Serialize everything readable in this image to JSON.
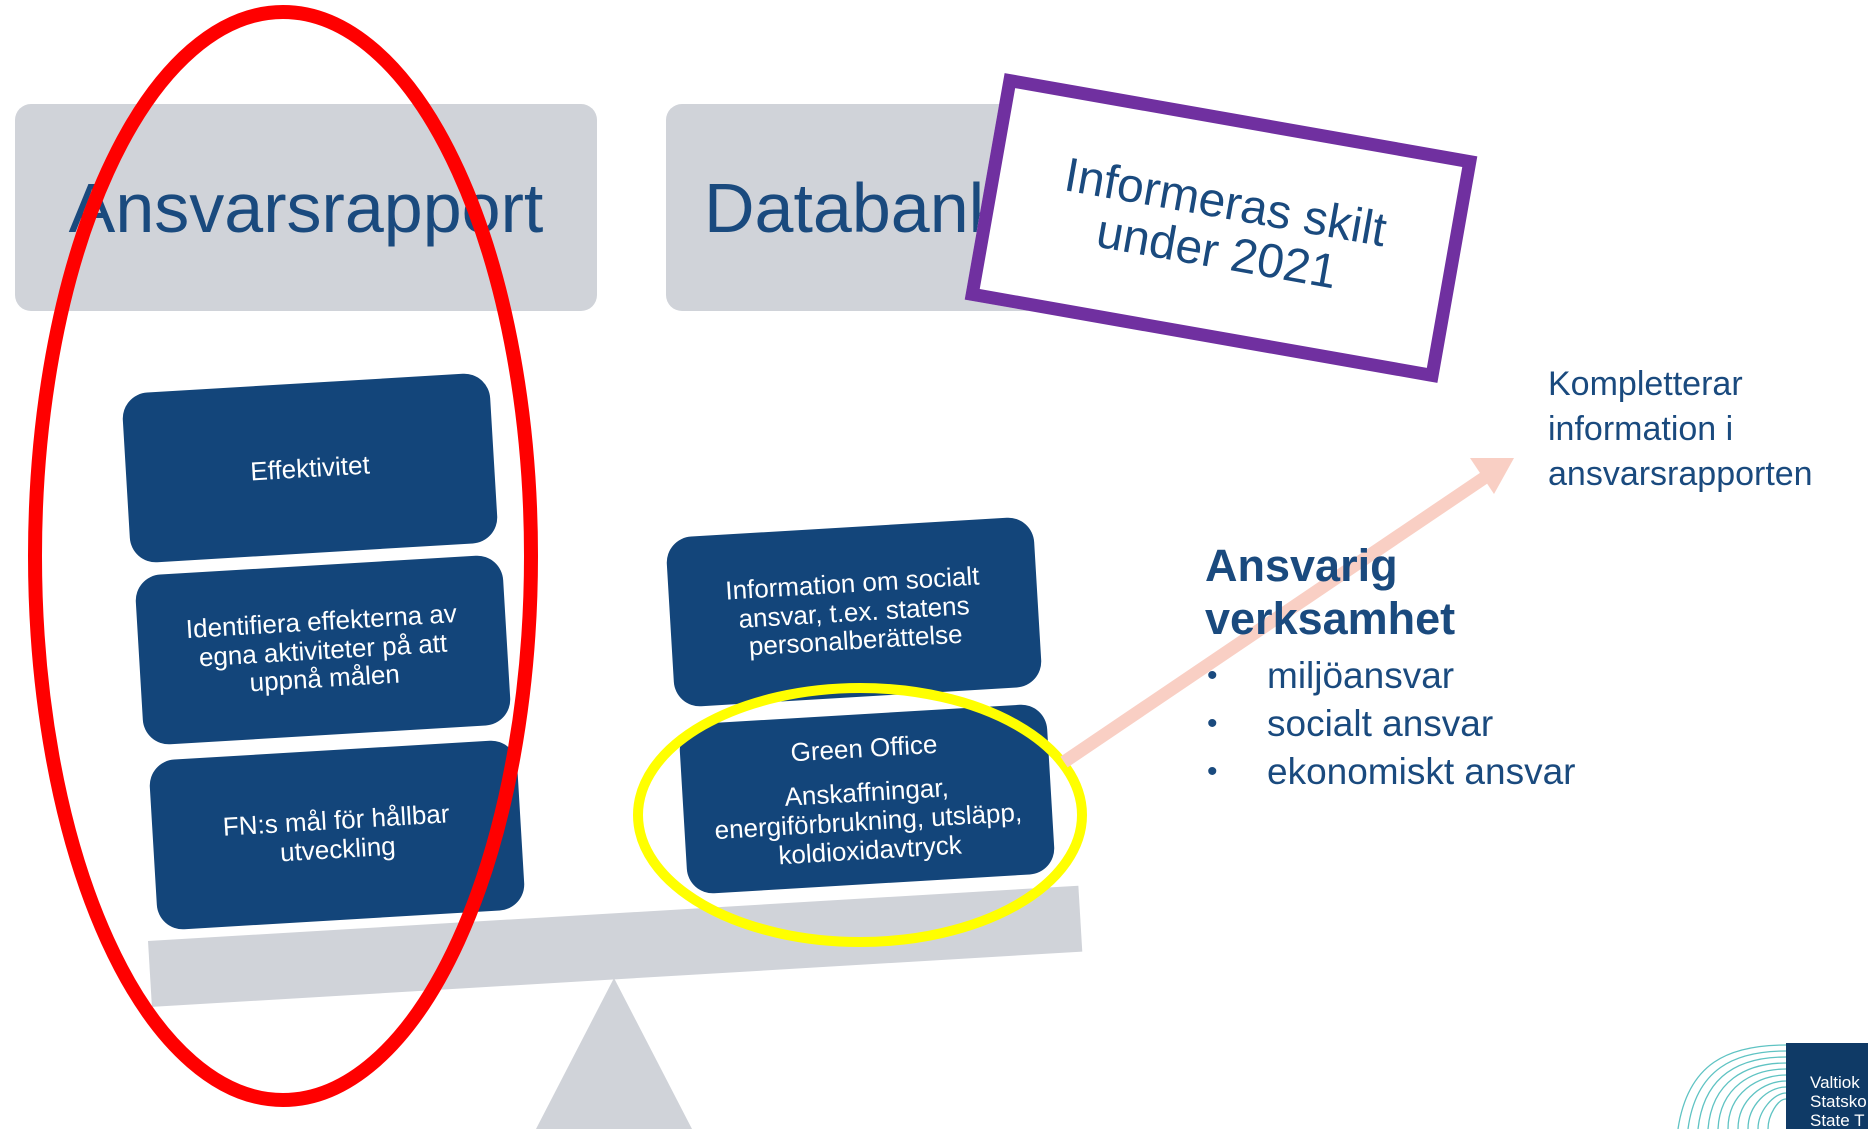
{
  "headers": {
    "left": "Ansvarsrapport",
    "right": "Databank"
  },
  "left_cards": [
    {
      "text": "Effektivitet"
    },
    {
      "text": "Identifiera effekterna av egna aktiviteter på att uppnå målen"
    },
    {
      "text": "FN:s mål för hållbar utveckling"
    }
  ],
  "right_cards": [
    {
      "text": "Information om socialt ansvar, t.ex. statens personalberättelse"
    },
    {
      "title": "Green Office",
      "text": "Anskaffningar, energiförbrukning, utsläpp, koldioxidavtryck"
    }
  ],
  "callout": {
    "text": "Informeras skilt under 2021"
  },
  "complement_note": "Kompletterar information i ansvarsrapporten",
  "responsible": {
    "title": "Ansvarig verksamhet",
    "bullet_symbol": "•",
    "items": [
      "miljöansvar",
      "socialt ansvar",
      "ekonomiskt ansvar"
    ]
  },
  "logo": {
    "lines": [
      "Valtiok",
      "Statsko",
      "State T"
    ]
  },
  "colors": {
    "card_fill": "#13457a",
    "header_fill": "#d0d3d9",
    "title_text": "#1a4a7e",
    "red_ellipse": "#ff0000",
    "yellow_ellipse": "#ffff00",
    "callout_border": "#7030a0",
    "arrow": "#f9cfc4"
  }
}
